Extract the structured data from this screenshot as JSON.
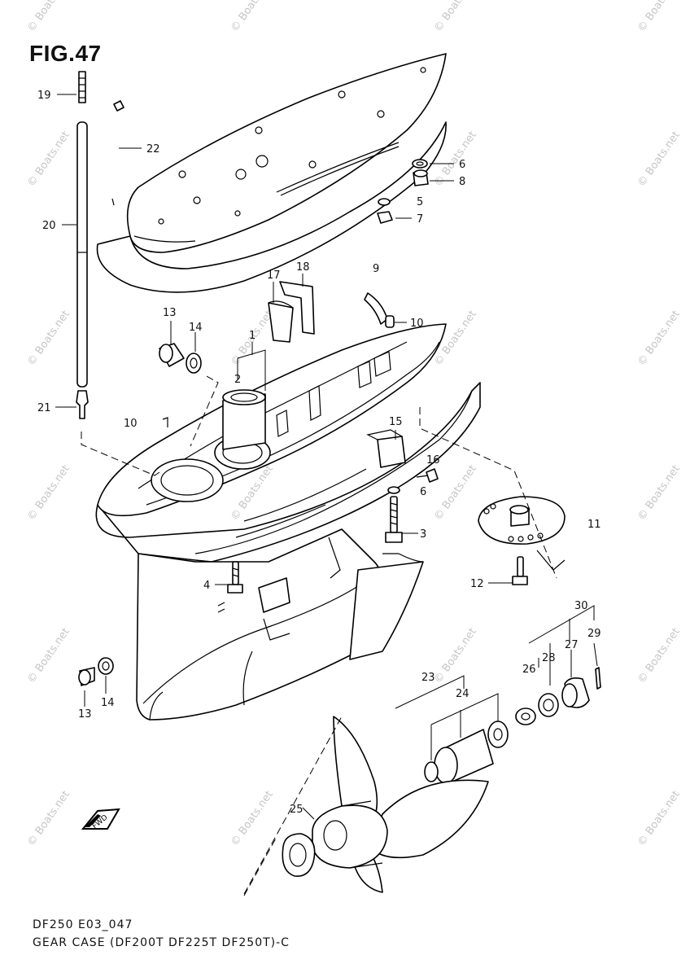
{
  "figure": {
    "title": "FIG.47",
    "code": "DF250 E03_047",
    "caption": "GEAR CASE (DF200T DF225T DF250T)-C"
  },
  "watermark": "© Boats.net",
  "callouts": [
    {
      "id": "19",
      "text": "19"
    },
    {
      "id": "22",
      "text": "22"
    },
    {
      "id": "20",
      "text": "20"
    },
    {
      "id": "6a",
      "text": "6"
    },
    {
      "id": "8",
      "text": "8"
    },
    {
      "id": "5",
      "text": "5"
    },
    {
      "id": "7",
      "text": "7"
    },
    {
      "id": "9",
      "text": "9"
    },
    {
      "id": "17",
      "text": "17"
    },
    {
      "id": "18",
      "text": "18"
    },
    {
      "id": "13a",
      "text": "13"
    },
    {
      "id": "14a",
      "text": "14"
    },
    {
      "id": "1",
      "text": "1"
    },
    {
      "id": "10a",
      "text": "10"
    },
    {
      "id": "2",
      "text": "2"
    },
    {
      "id": "21",
      "text": "21"
    },
    {
      "id": "10b",
      "text": "10"
    },
    {
      "id": "15",
      "text": "15"
    },
    {
      "id": "16",
      "text": "16"
    },
    {
      "id": "6b",
      "text": "6"
    },
    {
      "id": "3",
      "text": "3"
    },
    {
      "id": "11",
      "text": "11"
    },
    {
      "id": "12",
      "text": "12"
    },
    {
      "id": "4",
      "text": "4"
    },
    {
      "id": "30",
      "text": "30"
    },
    {
      "id": "29",
      "text": "29"
    },
    {
      "id": "28",
      "text": "28"
    },
    {
      "id": "27",
      "text": "27"
    },
    {
      "id": "26",
      "text": "26"
    },
    {
      "id": "13b",
      "text": "13"
    },
    {
      "id": "14b",
      "text": "14"
    },
    {
      "id": "23",
      "text": "23"
    },
    {
      "id": "24",
      "text": "24"
    },
    {
      "id": "25",
      "text": "25"
    }
  ],
  "direction_marker": "FWD"
}
